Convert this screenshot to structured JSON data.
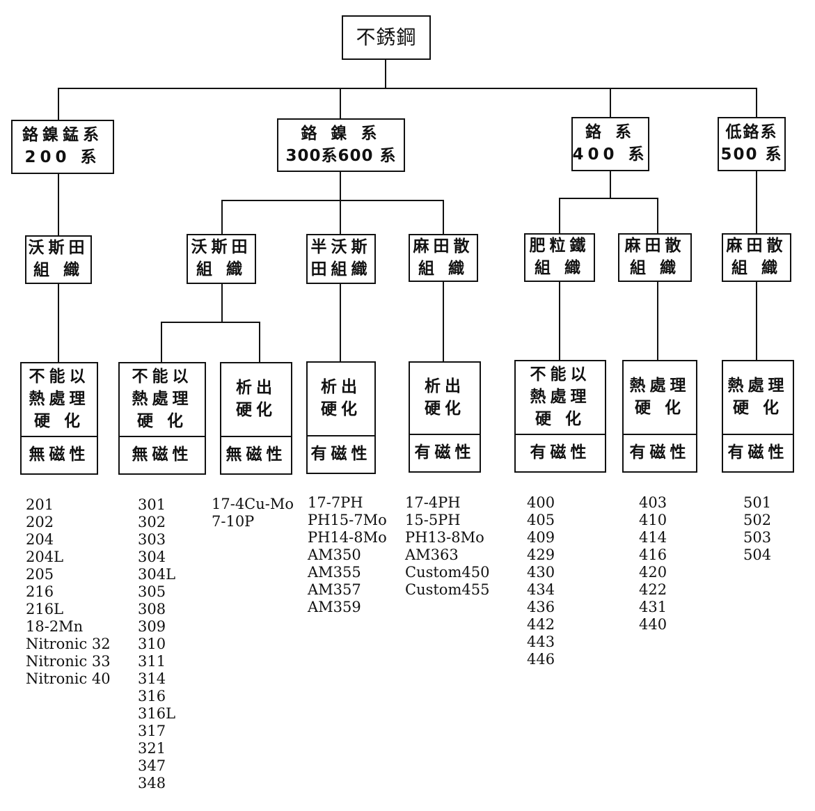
{
  "root": {
    "label": "不銹鋼"
  },
  "series": [
    {
      "lines": [
        "鉻鎳錳系",
        "200 系"
      ]
    },
    {
      "lines": [
        "鉻 鎳 系",
        "300系600 系"
      ]
    },
    {
      "lines": [
        "鉻 系",
        "400 系"
      ]
    },
    {
      "lines": [
        "低鉻系",
        "500 系"
      ]
    }
  ],
  "structures": [
    {
      "lines": [
        "沃斯田",
        "組 織"
      ]
    },
    {
      "lines": [
        "沃斯田",
        "組 織"
      ]
    },
    {
      "lines": [
        "半沃斯",
        "田組織"
      ]
    },
    {
      "lines": [
        "麻田散",
        "組 織"
      ]
    },
    {
      "lines": [
        "肥粒鐵",
        "組 織"
      ]
    },
    {
      "lines": [
        "麻田散",
        "組 織"
      ]
    },
    {
      "lines": [
        "麻田散",
        "組 織"
      ]
    }
  ],
  "leaves": [
    {
      "lines": [
        "不能以",
        "熱處理",
        "硬 化"
      ],
      "magnetism": "無磁性"
    },
    {
      "lines": [
        "不能以",
        "熱處理",
        "硬 化"
      ],
      "magnetism": "無磁性"
    },
    {
      "lines": [
        "析出",
        "硬化"
      ],
      "magnetism": "無磁性"
    },
    {
      "lines": [
        "析出",
        "硬化"
      ],
      "magnetism": "有磁性"
    },
    {
      "lines": [
        "析出",
        "硬化"
      ],
      "magnetism": "有磁性"
    },
    {
      "lines": [
        "不能以",
        "熱處理",
        "硬 化"
      ],
      "magnetism": "有磁性"
    },
    {
      "lines": [
        "熱處理",
        "硬 化"
      ],
      "magnetism": "有磁性"
    },
    {
      "lines": [
        "熱處理",
        "硬 化"
      ],
      "magnetism": "有磁性"
    }
  ],
  "grades": [
    [
      "201",
      "202",
      "204",
      "204L",
      "205",
      "216",
      "216L",
      "18-2Mn",
      "Nitronic 32",
      "Nitronic 33",
      "Nitronic 40"
    ],
    [
      "301",
      "302",
      "303",
      "304",
      "304L",
      "305",
      "308",
      "309",
      "310",
      "311",
      "314",
      "316",
      "316L",
      "317",
      "321",
      "347",
      "348"
    ],
    [
      "17-4Cu-Mo",
      "7-10P"
    ],
    [
      "17-7PH",
      "PH15-7Mo",
      "PH14-8Mo",
      "AM350",
      "AM355",
      "AM357",
      "AM359"
    ],
    [
      "17-4PH",
      "15-5PH",
      "PH13-8Mo",
      "AM363",
      "Custom450",
      "Custom455"
    ],
    [
      "400",
      "405",
      "409",
      "429",
      "430",
      "434",
      "436",
      "442",
      "443",
      "446"
    ],
    [
      "403",
      "410",
      "414",
      "416",
      "420",
      "422",
      "431",
      "440"
    ],
    [
      "501",
      "502",
      "503",
      "504"
    ]
  ]
}
